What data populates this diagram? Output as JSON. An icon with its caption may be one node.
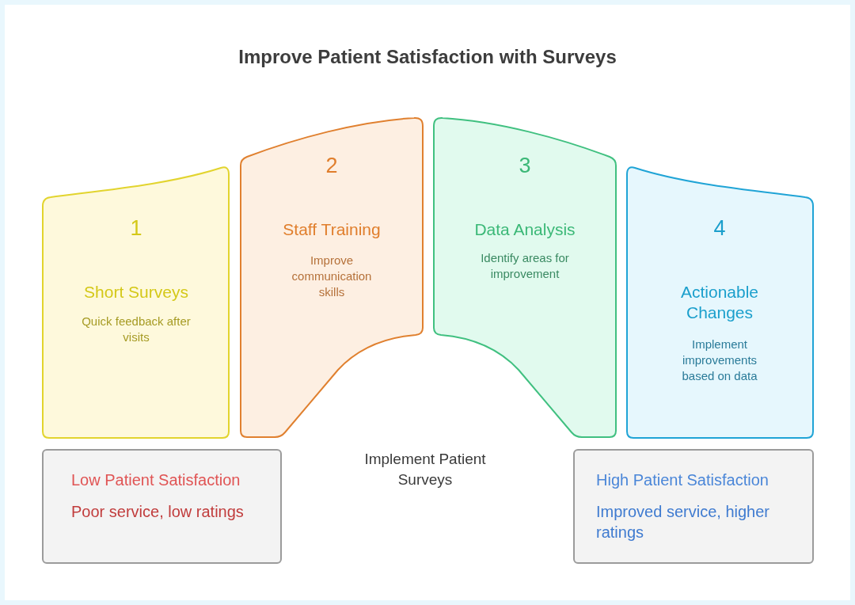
{
  "diagram": {
    "title": "Improve Patient Satisfaction with Surveys",
    "nodes": [
      {
        "text": [
          "1",
          "Short Surveys",
          "Quick feedback after visits"
        ]
      },
      {
        "text": [
          "2",
          "Staff Training",
          "Improve communication skills"
        ]
      },
      {
        "text": [
          "3",
          "Data Analysis",
          "Identify areas for improvement"
        ]
      },
      {
        "text": [
          "4",
          "Actionable Changes",
          "Implement improvements based on data"
        ]
      },
      {
        "text": [
          "Low Patient Satisfaction",
          "Poor service, low ratings"
        ]
      },
      {
        "text": [
          "High Patient Satisfaction",
          "Improved service, higher ratings"
        ]
      }
    ],
    "labels": [
      "Implement Patient Surveys"
    ]
  }
}
